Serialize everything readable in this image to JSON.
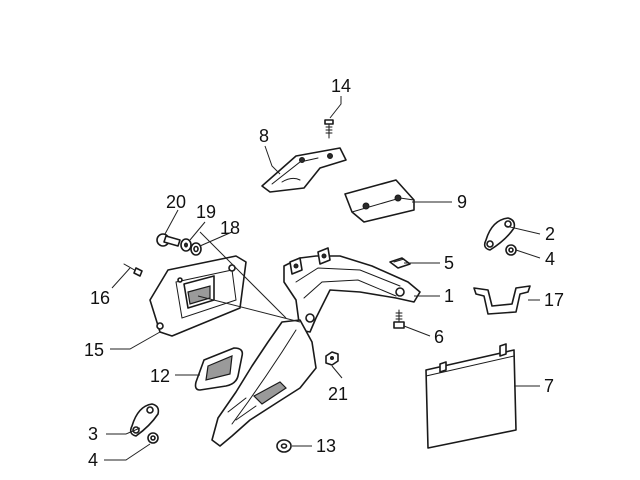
{
  "diagram": {
    "callouts": {
      "c14": "14",
      "c8": "8",
      "c9": "9",
      "c20": "20",
      "c19": "19",
      "c18": "18",
      "c2": "2",
      "c4a": "4",
      "c5": "5",
      "c16": "16",
      "c1": "1",
      "c17": "17",
      "c6": "6",
      "c15": "15",
      "c12": "12",
      "c21": "21",
      "c7": "7",
      "c3": "3",
      "c4b": "4",
      "c13": "13"
    },
    "colors": {
      "line": "#1a1a1a",
      "shade": "#9a9a9a",
      "background": "#ffffff"
    }
  }
}
